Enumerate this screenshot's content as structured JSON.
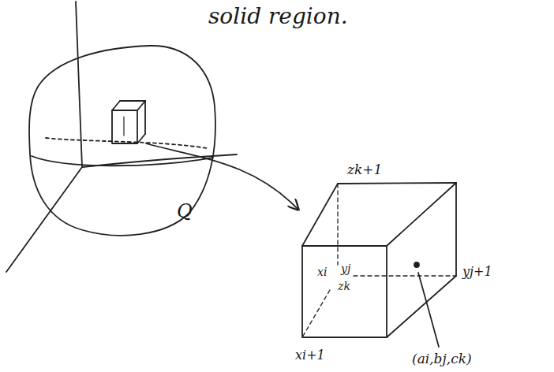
{
  "diagram": {
    "labels": [
      "solid region.",
      "Q",
      "zk+1",
      "xi",
      "yj",
      "zk",
      "yj+1",
      "xi+1",
      "(ai,bj,ck)"
    ]
  }
}
